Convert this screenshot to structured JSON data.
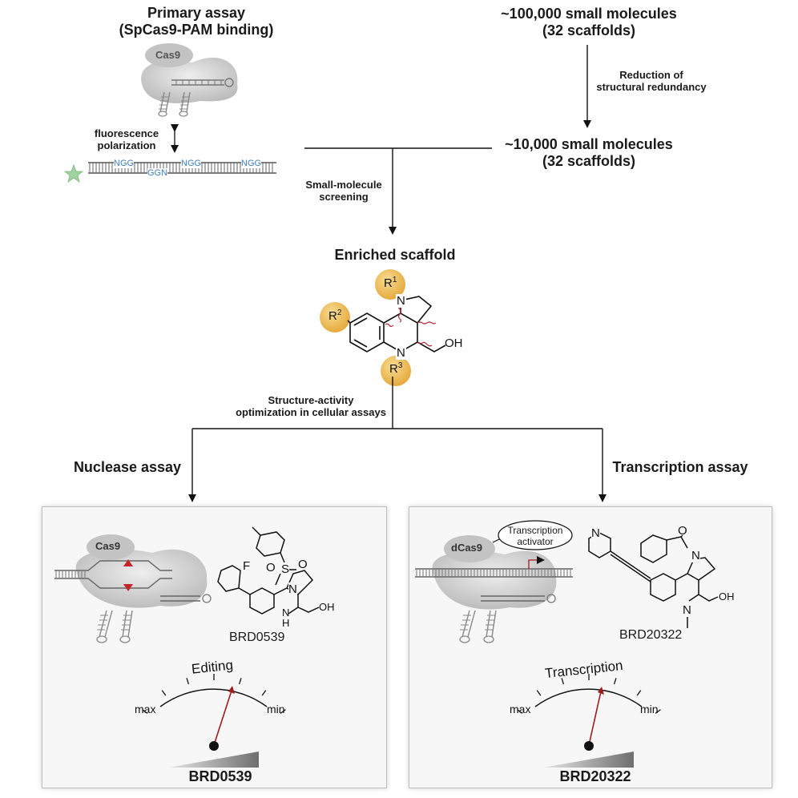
{
  "primary_assay": {
    "title": "Primary assay",
    "subtitle": "(SpCas9-PAM binding)"
  },
  "cas9_label": "Cas9",
  "fp_label": [
    "fluorescence",
    "polarization"
  ],
  "pam_motifs": [
    "NGG",
    "NGG",
    "NGG",
    "GGN"
  ],
  "library_initial": {
    "count": "~100,000 small molecules",
    "scaffolds": "(32 scaffolds)"
  },
  "reduction_label": [
    "Reduction of",
    "structural redundancy"
  ],
  "library_reduced": {
    "count": "~10,000 small molecules",
    "scaffolds": "(32 scaffolds)"
  },
  "screening_label": [
    "Small-molecule",
    "screening"
  ],
  "enriched_title": "Enriched scaffold",
  "scaffold": {
    "r1": "R",
    "r1_sup": "1",
    "r2": "R",
    "r2_sup": "2",
    "r3": "R",
    "r3_sup": "3",
    "n_top": "N",
    "n_bottom": "N",
    "oh": "OH"
  },
  "sar_label": [
    "Structure-activity",
    "optimization in cellular assays"
  ],
  "nuclease": {
    "title": "Nuclease assay",
    "protein": "Cas9",
    "compound": "BRD0539",
    "atoms": {
      "f": "F",
      "s": "S",
      "o1": "O",
      "o2": "O",
      "n": "N",
      "nh": "N",
      "h": "H",
      "oh": "OH"
    },
    "dial_title": "Editing",
    "dial_max": "max",
    "dial_min": "min",
    "footer": "BRD0539"
  },
  "transcription": {
    "title": "Transcription assay",
    "protein": "dCas9",
    "activator": [
      "Transcription",
      "activator"
    ],
    "compound": "BRD20322",
    "atoms": {
      "n_pyr": "N",
      "o": "O",
      "n": "N",
      "n2": "N",
      "oh": "OH"
    },
    "dial_title": "Transcription",
    "dial_max": "max",
    "dial_min": "min",
    "footer": "BRD20322"
  },
  "colors": {
    "pam_blue": "#3d7ec4",
    "r_group": "#f0c060",
    "r_group_edge": "#c9962a",
    "needle": "#a01c1c",
    "red_triangle": "#c42626",
    "star": "#9fd3a0"
  }
}
